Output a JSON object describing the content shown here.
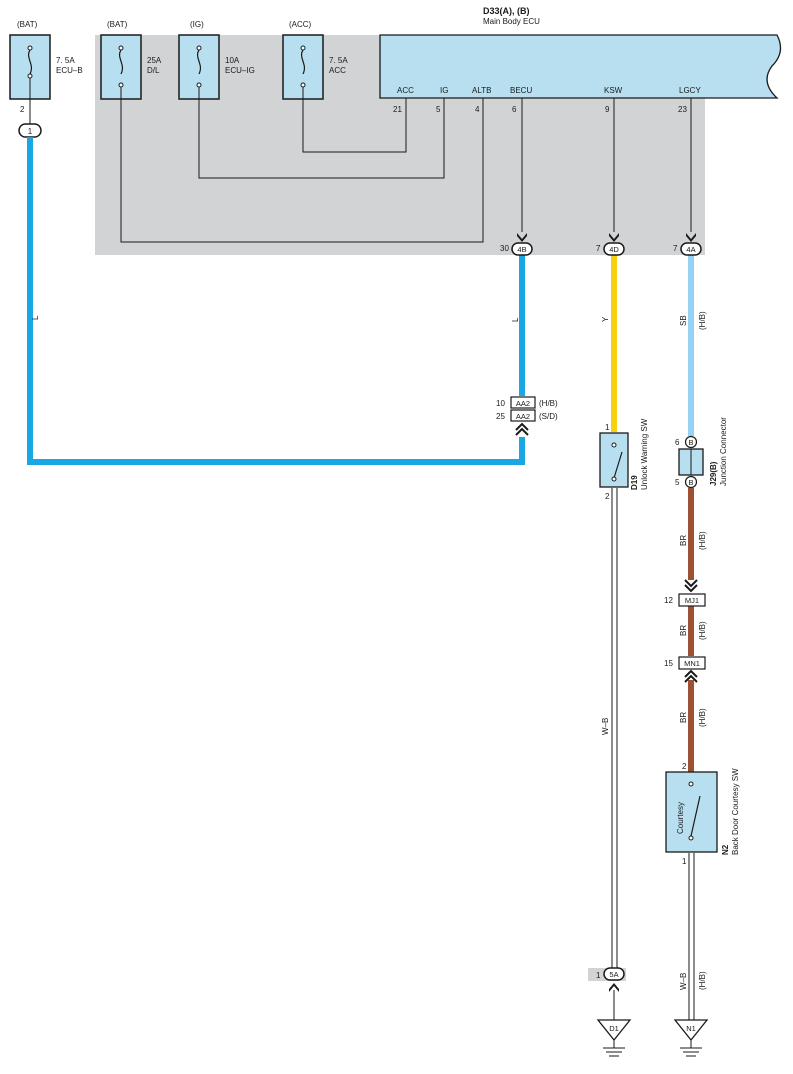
{
  "ecu": {
    "ref": "D33(A), (B)",
    "name": "Main Body ECU",
    "pins": [
      {
        "label": "ACC",
        "num": "21"
      },
      {
        "label": "IG",
        "num": "5"
      },
      {
        "label": "ALTB",
        "num": "4"
      },
      {
        "label": "BECU",
        "num": "6"
      },
      {
        "label": "KSW",
        "num": "9"
      },
      {
        "label": "LGCY",
        "num": "23"
      }
    ]
  },
  "fuses": [
    {
      "source": "(BAT)",
      "rating": "7. 5A",
      "name": "ECU–B",
      "pin": "2",
      "connector": "1"
    },
    {
      "source": "(BAT)",
      "rating": "25A",
      "name": "D/L"
    },
    {
      "source": "(IG)",
      "rating": "10A",
      "name": "ECU–IG"
    },
    {
      "source": "(ACC)",
      "rating": "7. 5A",
      "name": "ACC"
    }
  ],
  "ecu_connectors": [
    {
      "pin": "30",
      "code": "4B"
    },
    {
      "pin": "7",
      "code": "4D"
    },
    {
      "pin": "7",
      "code": "4A"
    }
  ],
  "wires": {
    "left_trunk": "L",
    "becu": "L",
    "ksw": "Y",
    "lgcy": "SB",
    "lgcy_hb": "(H/B)",
    "j29_mj1": "BR",
    "j29_mj1_hb": "(H/B)",
    "mj1_mn1": "BR",
    "mj1_mn1_hb": "(H/B)",
    "mn1_n2": "BR",
    "mn1_n2_hb": "(H/B)",
    "d19_ground": "W–B",
    "n2_ground": "W–B",
    "n2_ground_hb": "(H/B)"
  },
  "aa2": {
    "top": {
      "pin": "10",
      "code": "AA2",
      "box": "(H/B)"
    },
    "bottom": {
      "pin": "25",
      "code": "AA2",
      "box": "(S/D)"
    }
  },
  "d19": {
    "ref": "D19",
    "name": "Unlock Warning SW",
    "pin_top": "1",
    "pin_bottom": "2"
  },
  "j29": {
    "ref": "J29(B)",
    "name": "Junction Connector",
    "pin_top": "6",
    "pin_bottom": "5",
    "code": "B"
  },
  "mj1": {
    "pin": "12",
    "code": "MJ1"
  },
  "mn1": {
    "pin": "15",
    "code": "MN1"
  },
  "n2": {
    "ref": "N2",
    "name": "Back Door Courtesy SW",
    "inner": "Courtesy",
    "pin_top": "2",
    "pin_bottom": "1"
  },
  "ground_5a": {
    "pin": "1",
    "code": "5A"
  },
  "grounds": [
    {
      "code": "D1"
    },
    {
      "code": "N1"
    }
  ],
  "colors": {
    "blue_L": "#1aa8e4",
    "yellow_Y": "#f7d10e",
    "skyblue_SB": "#96d3f2",
    "brown_BR": "#9c5232",
    "component_fill": "#b7dff0",
    "ecu_panel": "#d2d3d5"
  }
}
